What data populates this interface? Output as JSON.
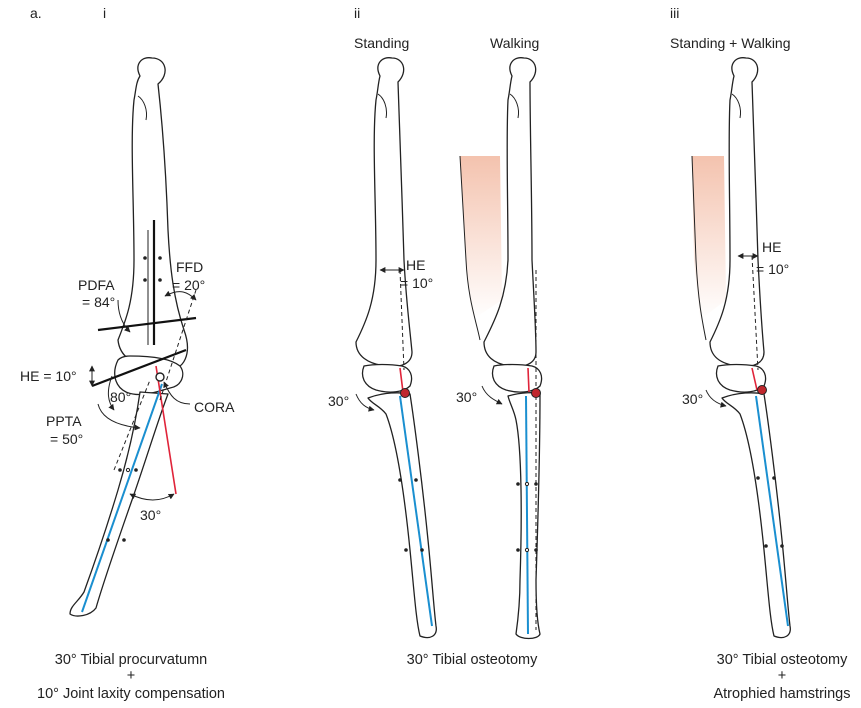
{
  "panel_a": {
    "letter": "a.",
    "numeral": "i",
    "labels": {
      "pdfa_line1": "PDFA",
      "pdfa_line2": "= 84°",
      "ffd_line1": "FFD",
      "ffd_line2": "= 20°",
      "he": "HE = 10°",
      "angle_80": "80°",
      "cora": "CORA",
      "ppta_line1": "PPTA",
      "ppta_line2": "= 50°",
      "angle_30": "30°"
    },
    "caption_line1": "30° Tibial procurvatumn",
    "caption_plus": "+",
    "caption_line2": "10° Joint laxity compensation"
  },
  "panel_ii": {
    "numeral": "ii",
    "standing": "Standing",
    "walking": "Walking",
    "he_line1": "HE",
    "he_line2": "= 10°",
    "angle_standing": "30°",
    "angle_walking": "30°",
    "caption": "30°  Tibial osteotomy"
  },
  "panel_iii": {
    "numeral": "iii",
    "title": "Standing + Walking",
    "he_line1": "HE",
    "he_line2": "= 10°",
    "angle": "30°",
    "caption_line1": "30° Tibial osteotomy",
    "caption_plus": "+",
    "caption_line2": "Atrophied hamstrings"
  },
  "colors": {
    "tibial_axis": "#1a8fd0",
    "red_axis": "#e0243a",
    "cora_marker": "#c0272d",
    "muscle": "#f2b8a0"
  }
}
